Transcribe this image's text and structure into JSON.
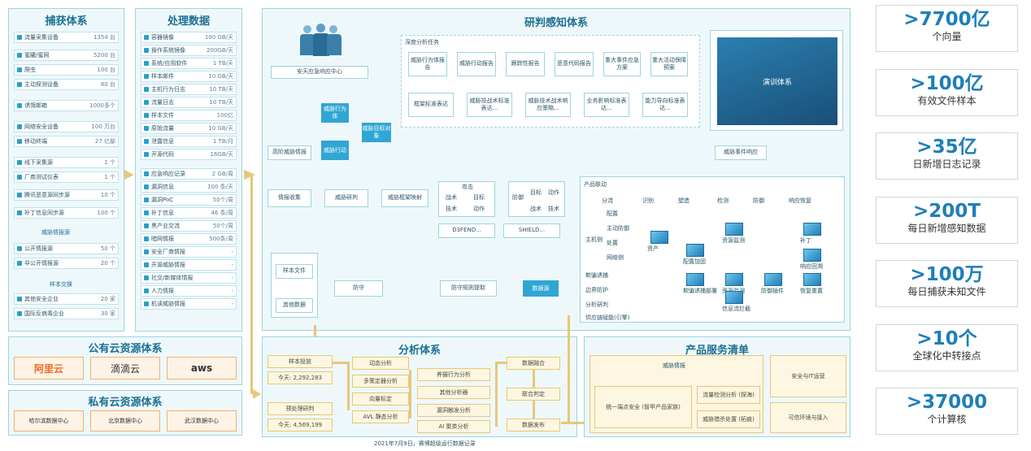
{
  "capture": {
    "title": "捕获体系",
    "items": [
      {
        "label": "流量采集设备",
        "value": "1354 台"
      },
      {
        "label": "蜜罐/蜜网",
        "value": "5200 台"
      },
      {
        "label": "爬虫",
        "value": "100 台"
      },
      {
        "label": "主动探测设备",
        "value": "80 台"
      },
      {
        "label": "诱饵邮箱",
        "value": "1000多个"
      },
      {
        "label": "网络安全设备",
        "value": "100 万台"
      },
      {
        "label": "移动终端",
        "value": "27 亿部"
      },
      {
        "label": "线下采集源",
        "value": "1 个"
      },
      {
        "label": "厂商测试仪表",
        "value": "1 个"
      },
      {
        "label": "腾讯恶意源同步源",
        "value": "10 个"
      },
      {
        "label": "补丁信息同步源",
        "value": "100 个"
      }
    ],
    "intel_title": "威胁情报源",
    "intel_items": [
      {
        "label": "公开情报源",
        "value": "50 个"
      },
      {
        "label": "非公开情报源",
        "value": "20 个"
      }
    ],
    "exchange_title": "样本交换",
    "exchange_items": [
      {
        "label": "其他安全企业",
        "value": "20 家"
      },
      {
        "label": "国际反病毒企业",
        "value": "30 家"
      }
    ]
  },
  "processing": {
    "title": "处理数据",
    "items": [
      {
        "label": "容器镜像",
        "value": "100 GB/天"
      },
      {
        "label": "操作系统镜像",
        "value": "200GB/天"
      },
      {
        "label": "系统/应用软件",
        "value": "1 TB/天"
      },
      {
        "label": "样本邮件",
        "value": "10 GB/天"
      },
      {
        "label": "主机行为日志",
        "value": "10 TB/天"
      },
      {
        "label": "流量日志",
        "value": "10 TB/天"
      },
      {
        "label": "样本文件",
        "value": "100亿"
      },
      {
        "label": "原始流量",
        "value": "10 GB/天"
      },
      {
        "label": "泄露信息",
        "value": "1 TB/月"
      },
      {
        "label": "开源代码",
        "value": "16GB/天"
      },
      {
        "label": "应急响应记录",
        "value": "2 GB/周"
      },
      {
        "label": "漏洞信息",
        "value": "100 条/天"
      },
      {
        "label": "漏洞PoC",
        "value": "50个/周"
      },
      {
        "label": "补丁信息",
        "value": "46 条/周"
      },
      {
        "label": "黑产业交流",
        "value": "50个/周"
      },
      {
        "label": "暗网情报",
        "value": "500条/周"
      },
      {
        "label": "安全厂商情报",
        "value": "-"
      },
      {
        "label": "开源威胁情报",
        "value": "-"
      },
      {
        "label": "社交/新媒体情报",
        "value": "-"
      },
      {
        "label": "人力情报",
        "value": "-"
      },
      {
        "label": "机读威胁情报",
        "value": "-"
      }
    ]
  },
  "public_cloud": {
    "title": "公有云资源体系",
    "providers": [
      "阿里云",
      "滴滴云",
      "aws"
    ]
  },
  "private_cloud": {
    "title": "私有云资源体系",
    "centers": [
      "哈尔滨数据中心",
      "北京数据中心",
      "武汉数据中心"
    ]
  },
  "research": {
    "title": "研判感知体系",
    "emergency_center": "安天应急响应中心",
    "deep_tasks_title": "深度分析任务",
    "deep_tasks_top": [
      "威胁行为体报告",
      "威胁行动报告",
      "跟踪性报告",
      "恶意代码报告",
      "重大事件应急方案",
      "重大活动保障预案"
    ],
    "deep_tasks_bottom": [
      "框架标准表达",
      "威胁技战术标准表达...",
      "威胁技术战术响应策略...",
      "业务影响标准表达...",
      "能力导向标准表达..."
    ],
    "training": "演训体系",
    "threat_actor": "威胁行为体",
    "threat_action": "威胁行动",
    "threat_target": "威胁目标对象",
    "advanced_intel": "高阶威胁情报",
    "intel_collect": "情报收集",
    "threat_research": "威胁研判",
    "framework_mapping": "威胁框架映射",
    "attack_title": "攻击",
    "attack_cells": [
      "战术",
      "目标",
      "技术",
      "动作"
    ],
    "defense_title": "防御",
    "defense_cells": [
      "目标",
      "动作",
      "战术",
      "技术"
    ],
    "d3fend": "D3FEND...",
    "shield": "SHIELD...",
    "sample_file": "样本文件",
    "other_data": "其他数据",
    "defense_guard": "防守",
    "defense_rule_extract": "防守规则提取",
    "data_source": "数据源",
    "event_response": "威胁事件响应",
    "product_linkage": {
      "title": "产品联动",
      "columns": [
        "分流",
        "识别",
        "塑造",
        "检测",
        "防御",
        "响应恢复"
      ],
      "host_label": "主机侧",
      "host_items": [
        "配置",
        "主动防御",
        "处置",
        "网络侧"
      ],
      "side_items": [
        "欺骗诱捕",
        "边界防护",
        "分析研判",
        "供应链赋能(引擎)"
      ],
      "nodes": [
        "资产",
        "配置加固",
        "欺骗诱捕部署",
        "资源监测",
        "资源监测",
        "信息流拦截",
        "防御插件",
        "补丁",
        "响应回溯",
        "恢复重置"
      ]
    }
  },
  "analysis": {
    "title": "分析体系",
    "sample_submit": "样本投放",
    "today_label1": "今天: 2,292,283",
    "preprocess": "预处理研判",
    "today_label2": "今天: 4,569,199",
    "left_modules": [
      "动态分析",
      "多策定器分析",
      "向量标定",
      "AVL 静态分析"
    ],
    "right_modules": [
      "养猫行为分析",
      "其他分析器",
      "漏洞触发分析",
      "AI 聚类分析"
    ],
    "data_fusion": "数据融合",
    "joint_judgment": "联合判定",
    "data_publish": "数据发布",
    "footnote": "2021年7月9日，赛博超级运行数据记录"
  },
  "services": {
    "title": "产品服务清单",
    "threat_intel": "威胁情报",
    "unified_security": "统一端点安全 (智甲产品家族)",
    "traffic_detection": "流量检测分析 (探海)",
    "threat_handling": "威胁猎杀处置 (拓痕)",
    "security_ops": "安全与IT运营",
    "trusted_env": "可信环境与接入"
  },
  "stats": [
    {
      "big": ">7700亿",
      "small": "个向量"
    },
    {
      "big": ">100亿",
      "small": "有效文件样本"
    },
    {
      "big": ">35亿",
      "small": "日新增日志记录"
    },
    {
      "big": ">200T",
      "small": "每日新增感知数据"
    },
    {
      "big": ">100万",
      "small": "每日捕获未知文件"
    },
    {
      "big": ">10个",
      "small": "全球化中转接点"
    },
    {
      "big": ">37000",
      "small": "个计算核"
    }
  ],
  "colors": {
    "accent": "#1c6f92",
    "stat_blue": "#1f7fb8",
    "flow_gold": "#e7c778",
    "node_blue": "#2fa6d4"
  }
}
